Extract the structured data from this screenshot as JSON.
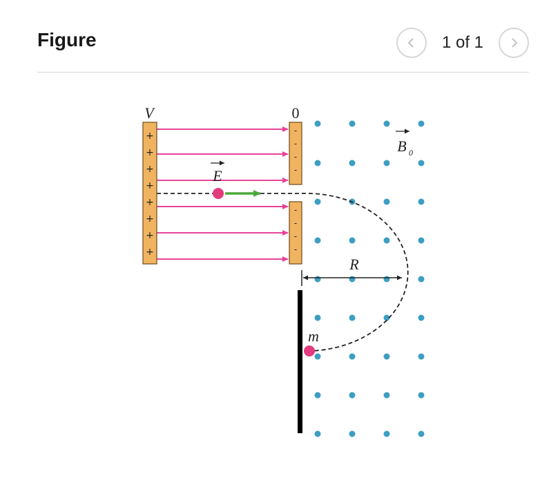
{
  "header": {
    "title": "Figure",
    "page_count": "1 of 1",
    "prev_icon": "chevron-left-icon",
    "next_icon": "chevron-right-icon"
  },
  "figure": {
    "label_voltage": "V",
    "label_zero": "0",
    "label_E": "E",
    "label_B": "B",
    "label_B_sub": "0",
    "label_R": "R",
    "label_m": "m",
    "plate_sign_positive": "+",
    "plate_sign_negative": "-",
    "colors": {
      "plate": "#f0b461",
      "field_arrow": "#e7439a",
      "charge": "#e33a7e",
      "velocity_arrow": "#4ca83c",
      "b_dot": "#3d9ec4",
      "detector": "#000000"
    }
  }
}
